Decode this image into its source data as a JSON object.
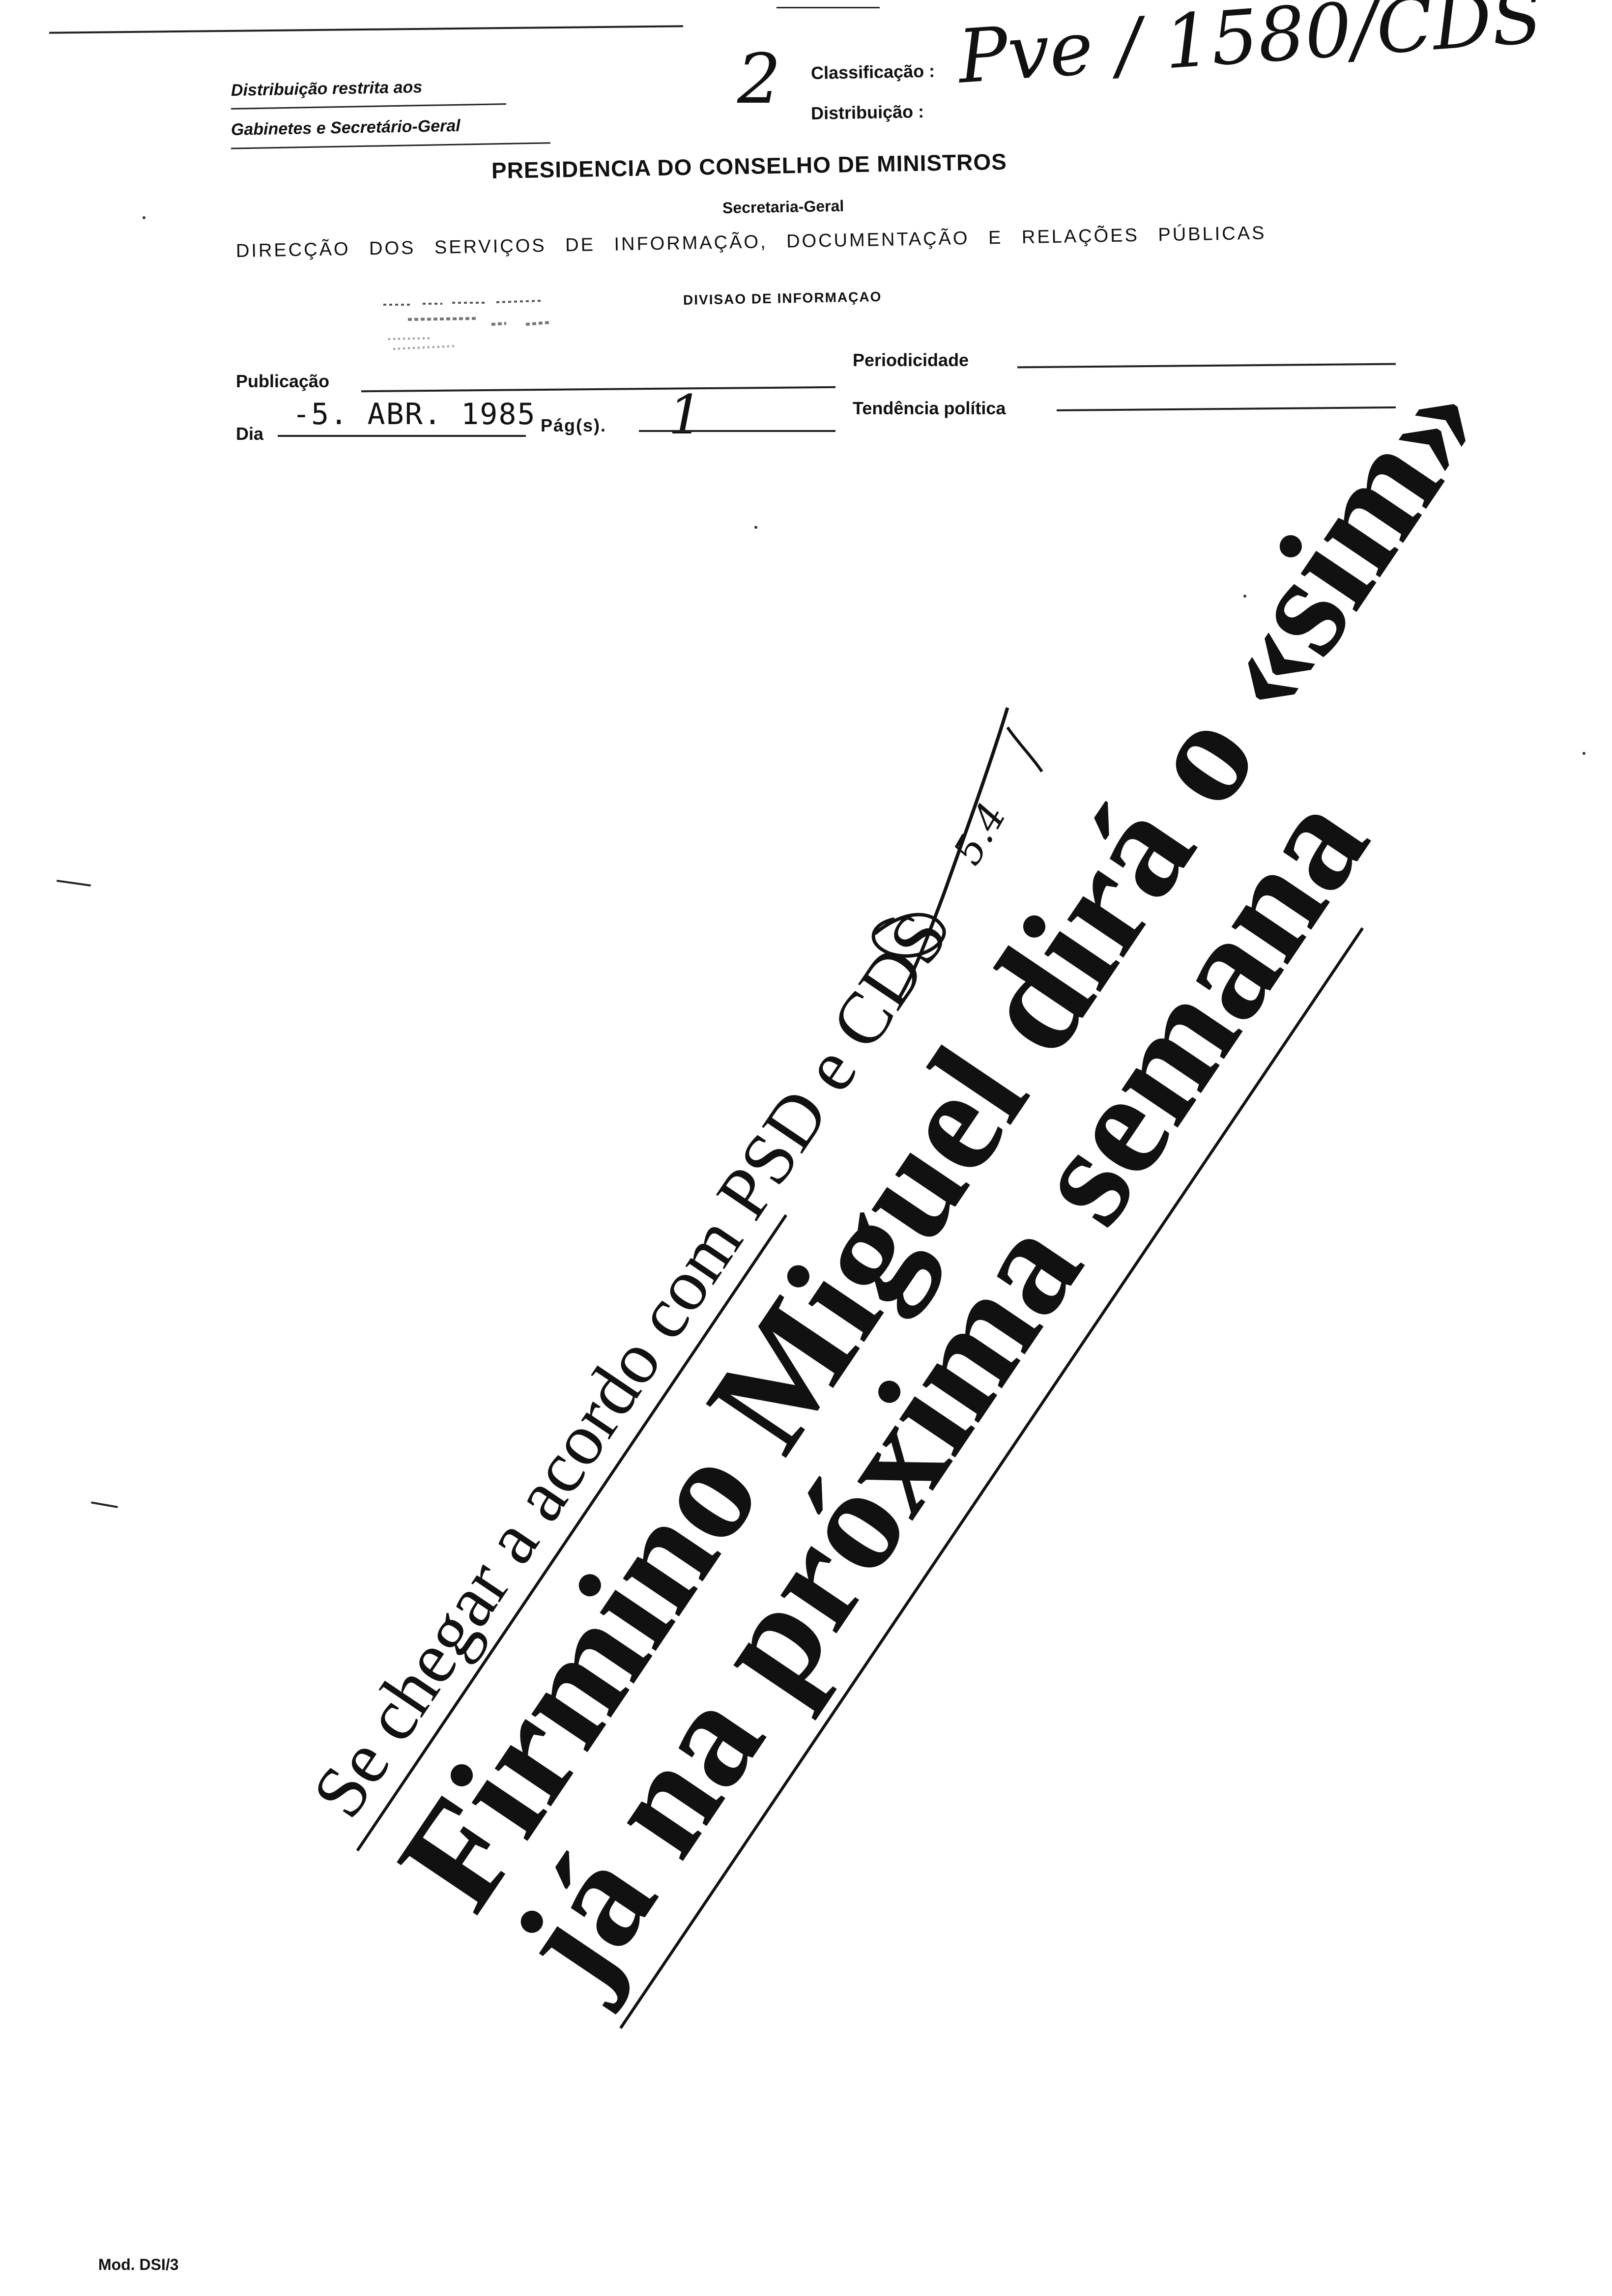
{
  "header": {
    "distribution_line1": "Distribuição restrita aos",
    "distribution_line2": "Gabinetes e Secretário-Geral",
    "handwritten_number": "2",
    "classification_label": "Classificação :",
    "classification_value": "Pve / 1580/CDS",
    "distribution_label": "Distribuição :"
  },
  "institution": {
    "ministry": "PRESIDENCIA DO CONSELHO DE MINISTROS",
    "secretariat": "Secretaria-Geral",
    "directorate": "DIRECÇÃO DOS SERVIÇOS DE INFORMAÇÃO, DOCUMENTAÇÃO E RELAÇÕES PÚBLICAS",
    "division": "DIVISAO DE INFORMAÇAO"
  },
  "form": {
    "publicacao_label": "Publicação",
    "periodicidade_label": "Periodicidade",
    "dia_label": "Dia",
    "dia_value": "-5. ABR. 1985",
    "pags_label": "Pág(s).",
    "pags_value": "1",
    "tendencia_label": "Tendência política"
  },
  "article": {
    "kicker": "Se chegar a acordo com PSD e CDS",
    "headline_line1": "Firmino Miguel dirá o «sim»",
    "headline_line2": "já na próxima semana",
    "margin_annotation": "5.4"
  },
  "footer": {
    "form_code": "Mod. DSI/3"
  }
}
